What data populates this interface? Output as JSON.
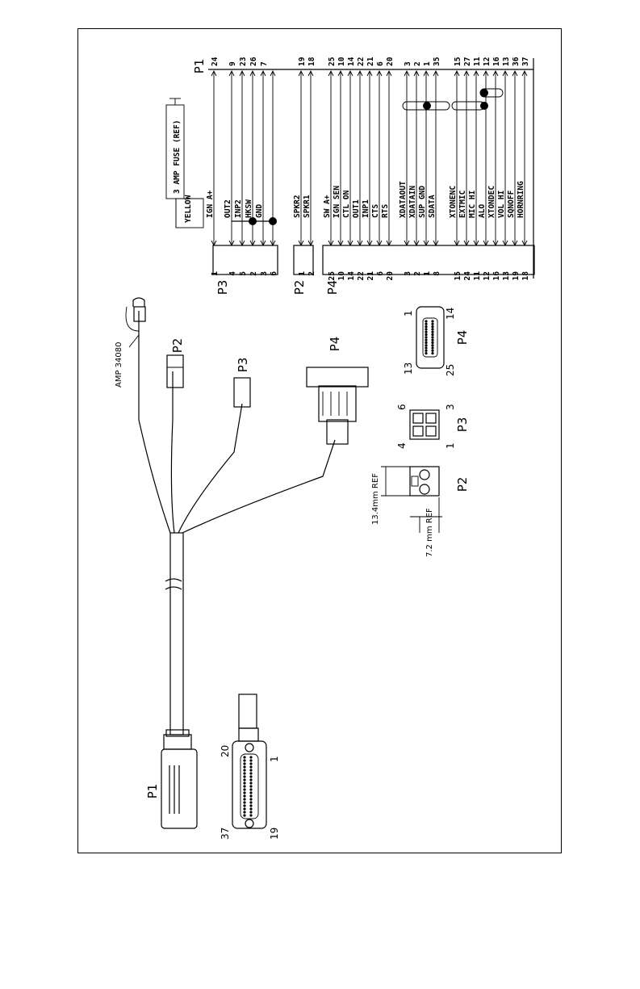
{
  "connectors": {
    "p1": "P1",
    "p2": "P2",
    "p3": "P3",
    "p4": "P4"
  },
  "p1_pinmarks": {
    "pin20": "20",
    "pin1": "1",
    "pin37": "37",
    "pin19": "19"
  },
  "p4_pinmarks": {
    "pin1": "1",
    "pin14": "14",
    "pin13": "13",
    "pin25": "25"
  },
  "p3_pinmarks": {
    "pin6": "6",
    "pin3": "3",
    "pin4": "4",
    "pin1": "1"
  },
  "p2_dims": {
    "height": "13.4mm REF",
    "width": "7.2 mm REF"
  },
  "amp_label": "AMP 34080",
  "fuse": {
    "wire": "YELLOW",
    "fuse": "3 AMP FUSE (REF)"
  },
  "p3_group": {
    "title": "P3",
    "rows": [
      {
        "sig": "IGN A+",
        "p1": "24",
        "pn": "1"
      },
      {
        "sig": "OUT2",
        "p1": "9",
        "pn": "4"
      },
      {
        "sig": "INP2",
        "p1": "23",
        "pn": "5"
      },
      {
        "sig": "HKSW",
        "p1": "26",
        "pn": "2"
      },
      {
        "sig": "GND",
        "p1": "7",
        "pn": "3"
      },
      {
        "sig": "",
        "p1": "",
        "pn": "6"
      }
    ]
  },
  "p2_group": {
    "title": "P2",
    "rows": [
      {
        "sig": "SPKR2",
        "p1": "19",
        "pn": "1"
      },
      {
        "sig": "SPKR1",
        "p1": "18",
        "pn": "2"
      }
    ]
  },
  "p4_group": {
    "title": "P4",
    "rows": [
      {
        "sig": "SW A+",
        "p1": "25",
        "pn": "25"
      },
      {
        "sig": "IGN SEN",
        "p1": "10",
        "pn": "10"
      },
      {
        "sig": "CTL ON",
        "p1": "14",
        "pn": "14"
      },
      {
        "sig": "OUT1",
        "p1": "22",
        "pn": "22"
      },
      {
        "sig": "INP1",
        "p1": "21",
        "pn": "21"
      },
      {
        "sig": "CTS",
        "p1": "6",
        "pn": "6"
      },
      {
        "sig": "RTS",
        "p1": "20",
        "pn": "20"
      },
      {
        "sig": "XDATAOUT",
        "p1": "3",
        "pn": "3"
      },
      {
        "sig": "XDATAIN",
        "p1": "2",
        "pn": "2"
      },
      {
        "sig": "SUP GND",
        "p1": "1",
        "pn": "1"
      },
      {
        "sig": "SDATA",
        "p1": "35",
        "pn": "8"
      },
      {
        "sig": "XTONENC",
        "p1": "15",
        "pn": "15"
      },
      {
        "sig": "EXTMIC",
        "p1": "27",
        "pn": "24"
      },
      {
        "sig": "MIC HI",
        "p1": "11",
        "pn": "11"
      },
      {
        "sig": "ALO",
        "p1": "12",
        "pn": "12"
      },
      {
        "sig": "XTONDEC",
        "p1": "16",
        "pn": "16"
      },
      {
        "sig": "VOL HI",
        "p1": "13",
        "pn": "13"
      },
      {
        "sig": "SQNOFF",
        "p1": "36",
        "pn": "19"
      },
      {
        "sig": "HORNRING",
        "p1": "37",
        "pn": "18"
      }
    ]
  }
}
